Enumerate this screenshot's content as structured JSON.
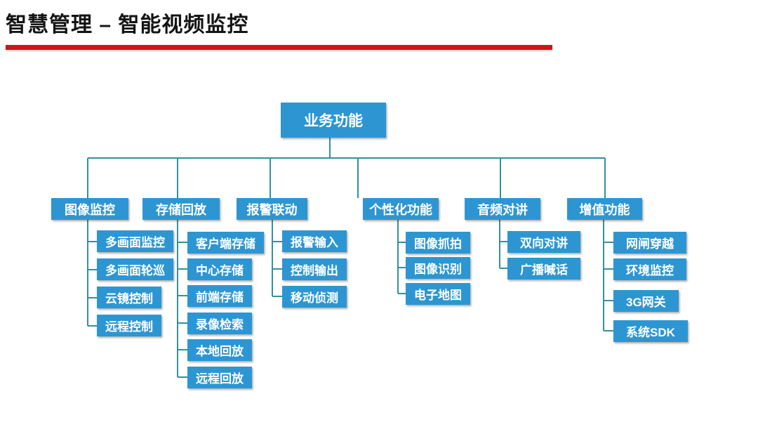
{
  "header": {
    "title": "智慧管理 – 智能视频监控"
  },
  "colors": {
    "accent_red": "#d3121e",
    "node_fill": "#2d96d2",
    "node_text": "#ffffff",
    "connector": "#35909c",
    "title_text": "#141414"
  },
  "tree": {
    "root": {
      "label": "业务功能"
    },
    "branches": [
      {
        "label": "图像监控",
        "children": [
          "多画面监控",
          "多画面轮巡",
          "云镜控制",
          "远程控制"
        ]
      },
      {
        "label": "存储回放",
        "children": [
          "客户端存储",
          "中心存储",
          "前端存储",
          "录像检索",
          "本地回放",
          "远程回放"
        ]
      },
      {
        "label": "报警联动",
        "children": [
          "报警输入",
          "控制输出",
          "移动侦测"
        ]
      },
      {
        "label": "个性化功能",
        "children": [
          "图像抓拍",
          "图像识别",
          "电子地图"
        ]
      },
      {
        "label": "音频对讲",
        "children": [
          "双向对讲",
          "广播喊话"
        ]
      },
      {
        "label": "增值功能",
        "children": [
          "网闸穿越",
          "环境监控",
          "3G网关",
          "系统SDK"
        ]
      }
    ]
  }
}
